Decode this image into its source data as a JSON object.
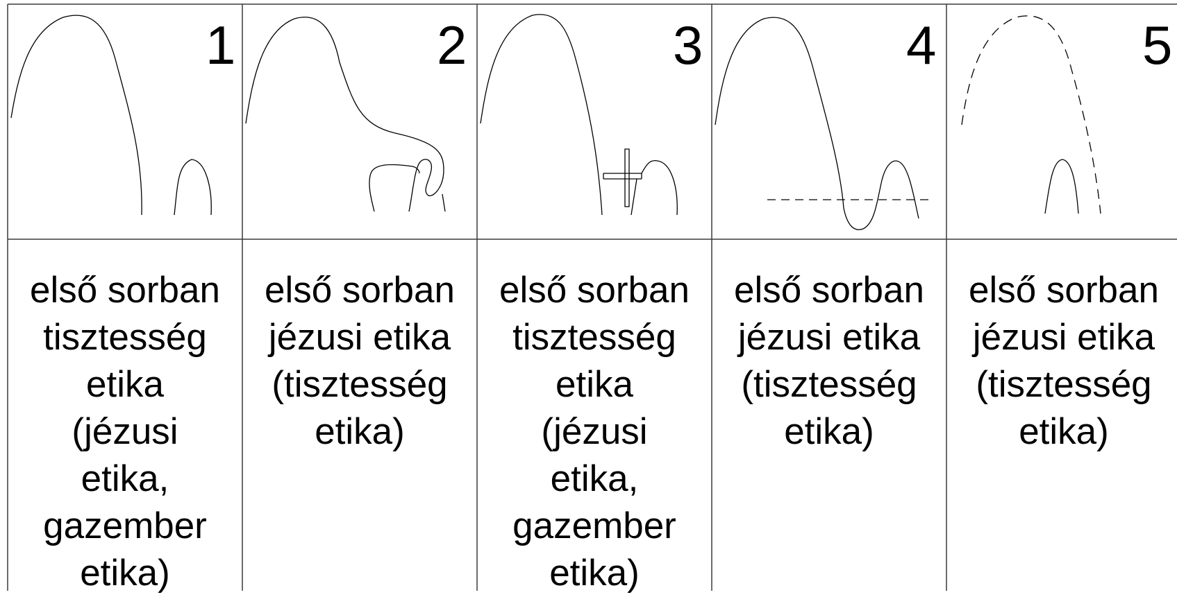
{
  "panels": [
    {
      "number": "1",
      "caption": [
        "első sorban",
        "tisztesség",
        "etika",
        "(jézusi",
        "etika,",
        "gazember",
        "etika)"
      ]
    },
    {
      "number": "2",
      "caption": [
        "első sorban",
        "jézusi etika",
        "(tisztesség",
        "etika)"
      ]
    },
    {
      "number": "3",
      "caption": [
        "első sorban",
        "tisztesség",
        "etika",
        "(jézusi",
        "etika,",
        "gazember",
        "etika)"
      ]
    },
    {
      "number": "4",
      "caption": [
        "első sorban",
        "jézusi etika",
        "(tisztesség",
        "etika)"
      ]
    },
    {
      "number": "5",
      "caption": [
        "első sorban",
        "jézusi etika",
        "(tisztesség",
        "etika)"
      ]
    }
  ],
  "colors": {
    "line": "#000000",
    "frame": "#3a3a3a",
    "background": "#ffffff"
  }
}
